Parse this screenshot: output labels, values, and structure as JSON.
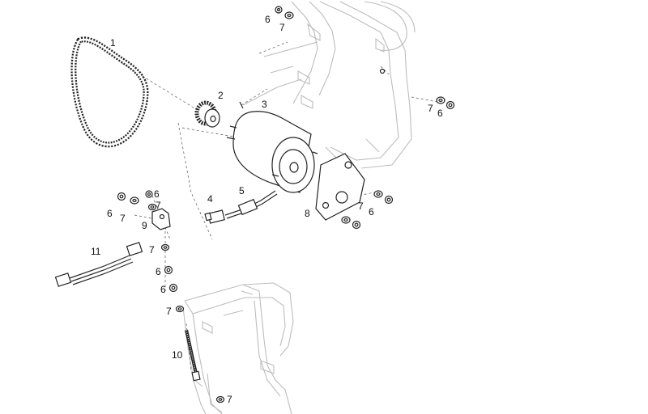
{
  "diagram": {
    "callouts": [
      {
        "text": "1"
      },
      {
        "text": "2"
      },
      {
        "text": "3"
      },
      {
        "text": "4"
      },
      {
        "text": "5"
      },
      {
        "text": "6"
      },
      {
        "text": "7"
      },
      {
        "text": "8"
      },
      {
        "text": "9"
      },
      {
        "text": "10"
      },
      {
        "text": "11"
      },
      {
        "text": "6"
      },
      {
        "text": "7"
      },
      {
        "text": "7"
      },
      {
        "text": "6"
      },
      {
        "text": "6"
      },
      {
        "text": "7"
      },
      {
        "text": "6"
      },
      {
        "text": "7"
      },
      {
        "text": "7"
      },
      {
        "text": "6"
      },
      {
        "text": "6"
      },
      {
        "text": "7"
      },
      {
        "text": "7"
      }
    ]
  }
}
